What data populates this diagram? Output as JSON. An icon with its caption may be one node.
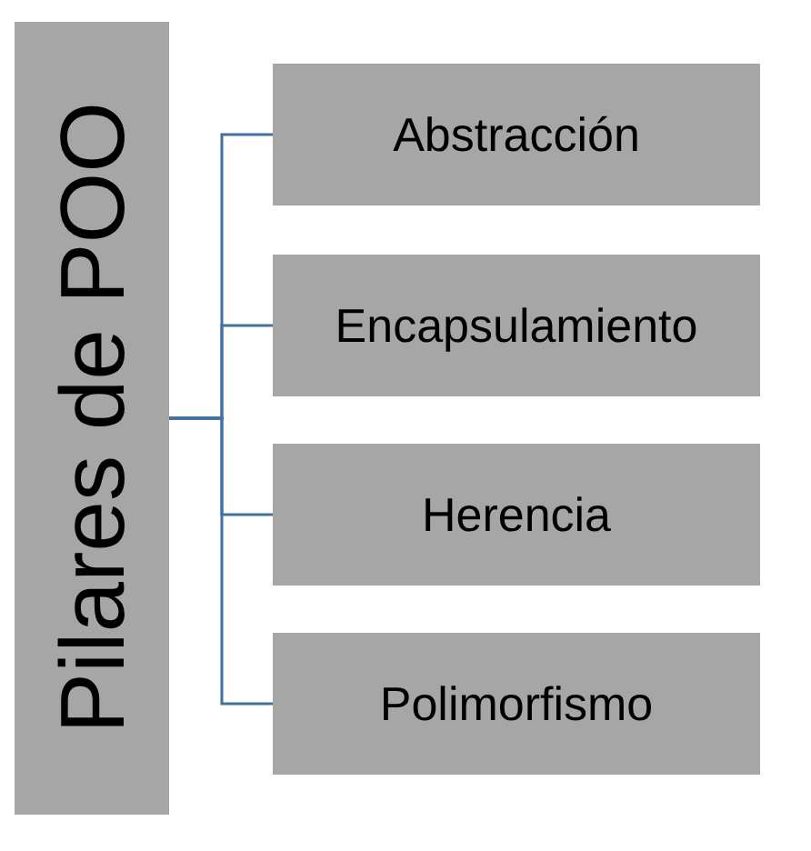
{
  "diagram": {
    "nodes": [
      {
        "text": [
          "Pilares de POO"
        ]
      },
      {
        "text": [
          "Abstracción"
        ]
      },
      {
        "text": [
          "Encapsulamiento"
        ]
      },
      {
        "text": [
          "Herencia"
        ]
      },
      {
        "text": [
          "Polimorfismo"
        ]
      }
    ],
    "edges": [
      {
        "from": 0,
        "to": 1,
        "arrow": "none"
      },
      {
        "from": 0,
        "to": 2,
        "arrow": "none"
      },
      {
        "from": 0,
        "to": 3,
        "arrow": "none"
      },
      {
        "from": 0,
        "to": 4,
        "arrow": "none"
      }
    ]
  }
}
